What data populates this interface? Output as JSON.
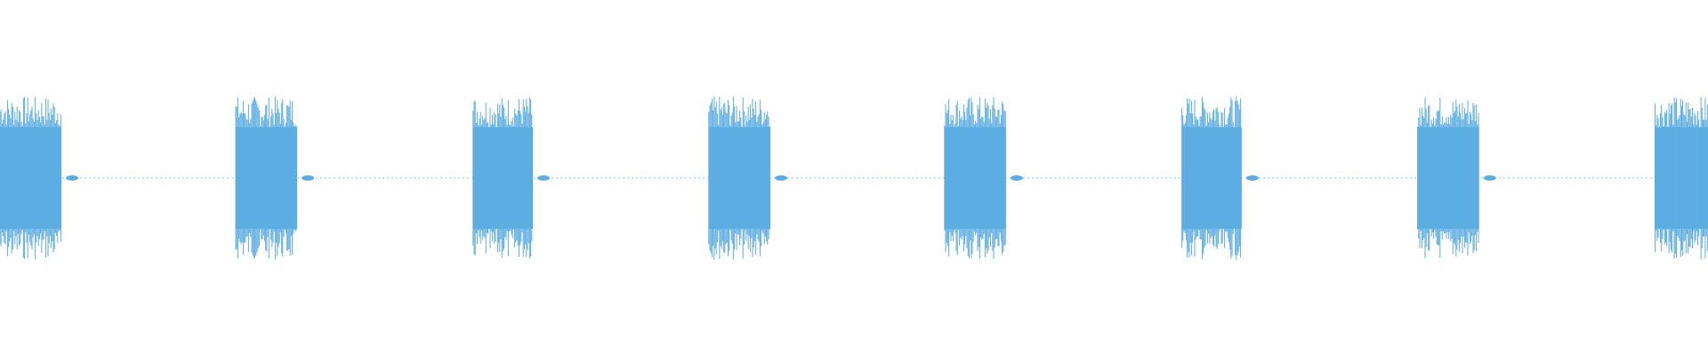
{
  "waveform": {
    "color": "#5dade2",
    "background": "#ffffff",
    "bursts": [
      {
        "index": 1,
        "start": 0.0,
        "end": 0.036
      },
      {
        "index": 2,
        "start": 0.138,
        "end": 0.174
      },
      {
        "index": 3,
        "start": 0.277,
        "end": 0.312
      },
      {
        "index": 4,
        "start": 0.415,
        "end": 0.451
      },
      {
        "index": 5,
        "start": 0.553,
        "end": 0.589
      },
      {
        "index": 6,
        "start": 0.692,
        "end": 0.727
      },
      {
        "index": 7,
        "start": 0.83,
        "end": 0.866
      },
      {
        "index": 8,
        "start": 0.969,
        "end": 1.0
      }
    ],
    "burst_amplitude": 0.92,
    "silence_amplitude": 0.01
  }
}
